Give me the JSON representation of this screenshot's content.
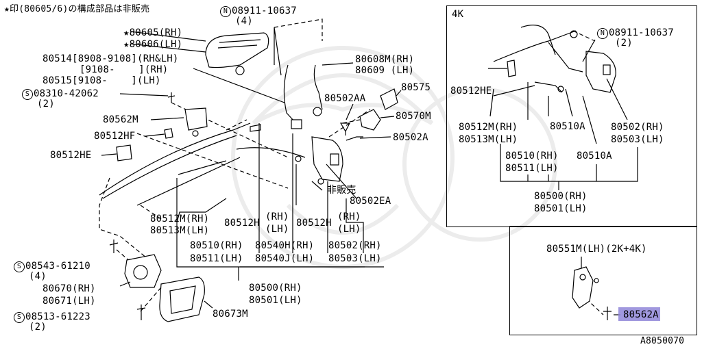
{
  "header": {
    "note": "★印(80605/6)の構成部品は非販売"
  },
  "diagram_id": "A8050070",
  "inset_4k": {
    "title": "4K",
    "labels": {
      "n08911": "08911-10637",
      "n08911_qty": "(2)",
      "p80512HE": "80512HE",
      "p80512M": "80512M(RH)",
      "p80513M": "80513M(LH)",
      "p80510A_1": "80510A",
      "p80502": "80502(RH)",
      "p80503": "80503(LH)",
      "p80510": "80510(RH)",
      "p80511": "80511(LH)",
      "p80510A_2": "80510A",
      "p80500": "80500(RH)",
      "p80501": "80501(LH)"
    }
  },
  "inset_2k4k": {
    "labels": {
      "p80551M": "80551M(LH)(2K+4K)",
      "p80562A": "80562A"
    }
  },
  "main": {
    "labels": {
      "n08911": "08911-10637",
      "n08911_qty": "(4)",
      "p80605": "80605(RH)",
      "p80606": "80606(LH)",
      "p80514": "80514[8908-9108](RH&LH)",
      "p80514b": "[9108-    ](RH)",
      "p80515": "80515[9108-    ](LH)",
      "s08310": "08310-42062",
      "s08310_qty": "(2)",
      "p80562M": "80562M",
      "p80512HF": "80512HF",
      "p80512HE": "80512HE",
      "p80608M": "80608M(RH)",
      "p80609": "80609 (LH)",
      "p80502AA": "80502AA",
      "p80575": "80575",
      "p80570M": "80570M",
      "p80502A": "80502A",
      "not_for_sale": "非販売",
      "p80502EA": "80502EA",
      "p80512M": "80512M(RH)",
      "p80513M": "80513M(LH)",
      "p80512H_1": "80512H",
      "p80512H_1rh": "(RH)",
      "p80512H_1lh": "(LH)",
      "p80512H_2": "80512H",
      "p80512H_2rh": "(RH)",
      "p80512H_2lh": "(LH)",
      "p80510": "80510(RH)",
      "p80511": "80511(LH)",
      "p80540H": "80540H(RH)",
      "p80540J": "80540J(LH)",
      "p80502": "80502(RH)",
      "p80503": "80503(LH)",
      "p80500": "80500(RH)",
      "p80501": "80501(LH)",
      "s08543": "08543-61210",
      "s08543_qty": "(4)",
      "p80670": "80670(RH)",
      "p80671": "80671(LH)",
      "s08513": "08513-61223",
      "s08513_qty": "(2)",
      "p80673M": "80673M"
    }
  },
  "symbols": {
    "star": "★",
    "screw_mark": "S",
    "nut_mark": "N"
  },
  "colors": {
    "line": "#000000",
    "highlight": "#8f86d8",
    "watermark": "#eeeeee"
  }
}
